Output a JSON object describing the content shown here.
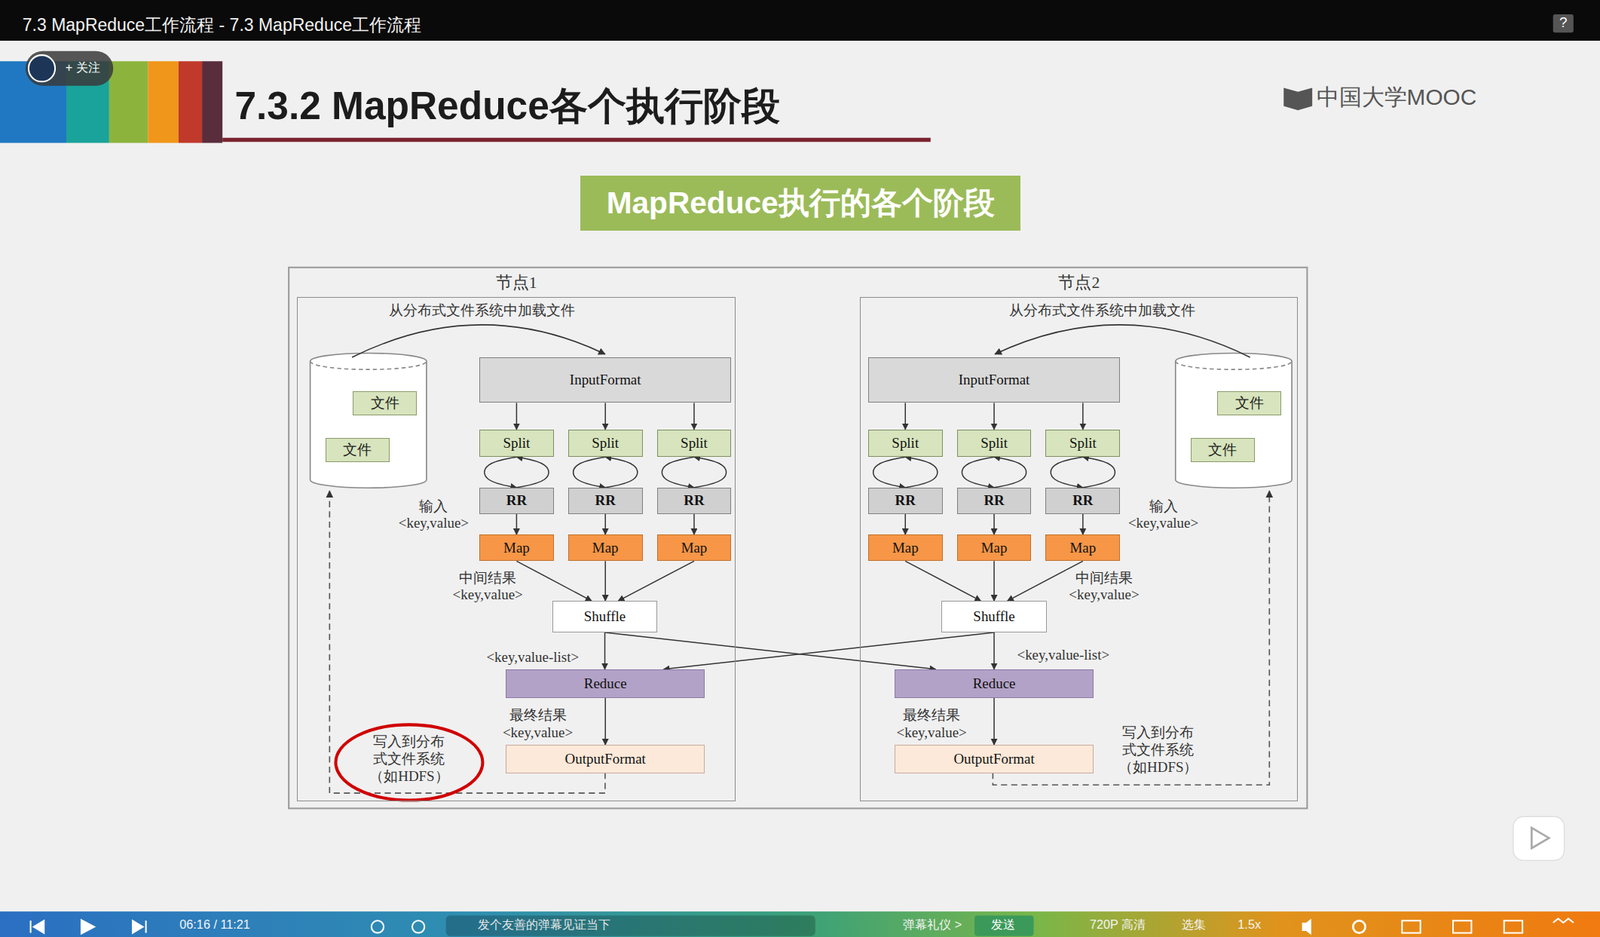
{
  "diagram": {
    "title": "7.3.2 MapReduce各个执行阶段",
    "nodes": [
      {
        "text": [
          "MapReduce执行的各个阶段"
        ]
      },
      {
        "text": [
          "节点1"
        ]
      },
      {
        "text": [
          "文件"
        ],
        "in": 1
      },
      {
        "text": [
          "文件"
        ],
        "in": 1
      },
      {
        "text": [
          "InputFormat"
        ],
        "in": 1
      },
      {
        "text": [
          "Split"
        ],
        "in": 1
      },
      {
        "text": [
          "Split"
        ],
        "in": 1
      },
      {
        "text": [
          "Split"
        ],
        "in": 1
      },
      {
        "text": [
          "RR"
        ],
        "in": 1
      },
      {
        "text": [
          "RR"
        ],
        "in": 1
      },
      {
        "text": [
          "RR"
        ],
        "in": 1
      },
      {
        "text": [
          "Map"
        ],
        "in": 1
      },
      {
        "text": [
          "Map"
        ],
        "in": 1
      },
      {
        "text": [
          "Map"
        ],
        "in": 1
      },
      {
        "text": [
          "Shuffle"
        ],
        "in": 1
      },
      {
        "text": [
          "Reduce"
        ],
        "in": 1
      },
      {
        "text": [
          "OutputFormat"
        ],
        "in": 1
      },
      {
        "text": [
          "节点2"
        ]
      },
      {
        "text": [
          "文件"
        ],
        "in": 17
      },
      {
        "text": [
          "文件"
        ],
        "in": 17
      },
      {
        "text": [
          "InputFormat"
        ],
        "in": 17
      },
      {
        "text": [
          "Split"
        ],
        "in": 17
      },
      {
        "text": [
          "Split"
        ],
        "in": 17
      },
      {
        "text": [
          "Split"
        ],
        "in": 17
      },
      {
        "text": [
          "RR"
        ],
        "in": 17
      },
      {
        "text": [
          "RR"
        ],
        "in": 17
      },
      {
        "text": [
          "RR"
        ],
        "in": 17
      },
      {
        "text": [
          "Map"
        ],
        "in": 17
      },
      {
        "text": [
          "Map"
        ],
        "in": 17
      },
      {
        "text": [
          "Map"
        ],
        "in": 17
      },
      {
        "text": [
          "Shuffle"
        ],
        "in": 17
      },
      {
        "text": [
          "Reduce"
        ],
        "in": 17
      },
      {
        "text": [
          "OutputFormat"
        ],
        "in": 17
      }
    ],
    "edges": [
      {
        "from": 4,
        "to": 5,
        "arrow": "to"
      },
      {
        "from": 4,
        "to": 6,
        "arrow": "to"
      },
      {
        "from": 4,
        "to": 7,
        "arrow": "to"
      },
      {
        "from": 5,
        "to": 8,
        "arrow": "to"
      },
      {
        "from": 6,
        "to": 9,
        "arrow": "to"
      },
      {
        "from": 7,
        "to": 10,
        "arrow": "to"
      },
      {
        "from": 8,
        "to": 11,
        "arrow": "to"
      },
      {
        "from": 9,
        "to": 12,
        "arrow": "to"
      },
      {
        "from": 10,
        "to": 13,
        "arrow": "to"
      },
      {
        "from": 11,
        "to": 14,
        "arrow": "to"
      },
      {
        "from": 12,
        "to": 14,
        "arrow": "to"
      },
      {
        "from": 13,
        "to": 14,
        "arrow": "to"
      },
      {
        "from": 14,
        "to": 15,
        "arrow": "to"
      },
      {
        "from": 15,
        "to": 16,
        "arrow": "to"
      },
      {
        "from": 20,
        "to": 21,
        "arrow": "to"
      },
      {
        "from": 20,
        "to": 22,
        "arrow": "to"
      },
      {
        "from": 20,
        "to": 23,
        "arrow": "to"
      },
      {
        "from": 21,
        "to": 24,
        "arrow": "to"
      },
      {
        "from": 22,
        "to": 25,
        "arrow": "to"
      },
      {
        "from": 23,
        "to": 26,
        "arrow": "to"
      },
      {
        "from": 24,
        "to": 27,
        "arrow": "to"
      },
      {
        "from": 25,
        "to": 28,
        "arrow": "to"
      },
      {
        "from": 26,
        "to": 29,
        "arrow": "to"
      },
      {
        "from": 27,
        "to": 30,
        "arrow": "to"
      },
      {
        "from": 28,
        "to": 30,
        "arrow": "to"
      },
      {
        "from": 29,
        "to": 30,
        "arrow": "to"
      },
      {
        "from": 30,
        "to": 31,
        "arrow": "to"
      },
      {
        "from": 31,
        "to": 32,
        "arrow": "to"
      },
      {
        "from": 14,
        "to": 31,
        "arrow": "to"
      },
      {
        "from": 30,
        "to": 15,
        "arrow": "to"
      }
    ],
    "labels": [
      "7.3 MapReduce工作流程 - 7.3 MapReduce工作流程",
      "+ 关注",
      "中国大学MOOC",
      "?",
      "从分布式文件系统中加载文件",
      "输入 <key,value>",
      "中间结果 <key,value>",
      "<key,value-list>",
      "最终结果 <key,value>",
      "写入到分布 式文件系统 （如HDFS）",
      "从分布式文件系统中加载文件",
      "输入 <key,value>",
      "中间结果 <key,value>",
      "<key,value-list>",
      "最终结果 <key,value>",
      "写入到分布 式文件系统 （如HDFS）",
      "06:16 / 11:21",
      "发个友善的弹幕见证当下",
      "弹幕礼仪 >",
      "发送",
      "720P 高清",
      "选集",
      "1.5x"
    ]
  }
}
